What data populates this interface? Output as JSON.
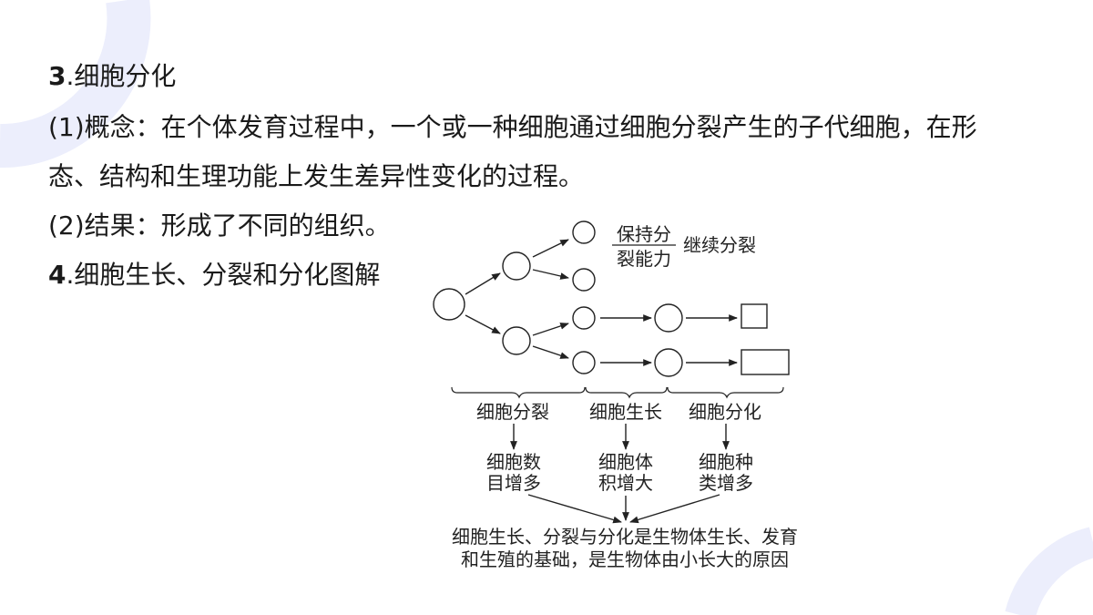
{
  "slide": {
    "heading3_num": "3",
    "heading3_text": ".细胞分化",
    "concept": "(1)概念：在个体发育过程中，一个或一种细胞通过细胞分裂产生的子代细胞，在形",
    "concept_cont": "态、结构和生理功能上发生差异性变化的过程。",
    "result": "(2)结果：形成了不同的组织。",
    "heading4_num": "4",
    "heading4_text": ".细胞生长、分裂和分化图解"
  },
  "diagram": {
    "annotation_top": "保持分",
    "annotation_bottom": "裂能力",
    "annotation_right": "继续分裂",
    "stage_division": "细胞分裂",
    "stage_growth": "细胞生长",
    "stage_differentiation": "细胞分化",
    "result_division_1": "细胞数",
    "result_division_2": "目增多",
    "result_growth_1": "细胞体",
    "result_growth_2": "积增大",
    "result_diff_1": "细胞种",
    "result_diff_2": "类增多",
    "conclusion_1": "细胞生长、分裂与分化是生物体生长、发育",
    "conclusion_2": "和生殖的基础，是生物体由小长大的原因"
  },
  "colors": {
    "accent_decor": "#eceefc",
    "text": "#1a1a1a",
    "line": "#222222"
  }
}
